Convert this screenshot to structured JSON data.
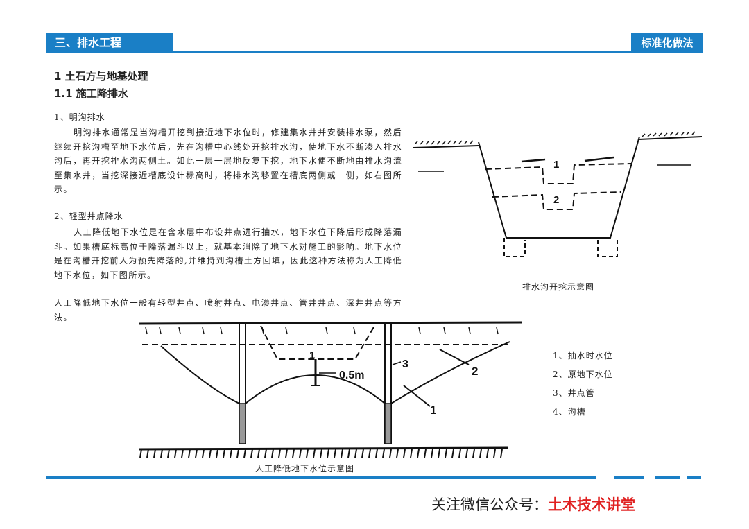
{
  "header": {
    "section": "三、排水工程",
    "tag": "标准化做法"
  },
  "headings": {
    "h1": "1 土石方与地基处理",
    "h2": "1.1 施工降排水"
  },
  "sections": {
    "open_ditch": {
      "title": "1、明沟排水",
      "body": "明沟排水通常是当沟槽开挖到接近地下水位时，修建集水井并安装排水泵，然后继续开挖沟槽至地下水位后，先在沟槽中心线处开挖排水沟，使地下水不断渗入排水沟后，再开挖排水沟两侧土。如此一层一层地反复下挖，地下水便不断地由排水沟流至集水井，当挖深接近槽底设计标高时，将排水沟移置在槽底两侧或一侧，如右图所示。"
    },
    "well_point": {
      "title": "2、轻型井点降水",
      "body": "人工降低地下水位是在含水层中布设井点进行抽水，地下水位下降后形成降落漏斗。如果槽底标高位于降落漏斗以上，就基本消除了地下水对施工的影响。地下水位是在沟槽开挖前人为预先降落的,并维持到沟槽土方回填，因此这种方法称为人工降低地下水位，如下图所示。",
      "body2": "人工降低地下水位一般有轻型井点、喷射井点、电渗井点、管井井点、深井井点等方法。"
    }
  },
  "figures": {
    "ditch": {
      "caption": "排水沟开挖示意图",
      "labels": [
        "1",
        "2"
      ]
    },
    "dewater": {
      "caption": "人工降低地下水位示意图",
      "labels": {
        "a": "1",
        "b": "0.5m",
        "c": "3",
        "d": "2",
        "e": "1"
      }
    }
  },
  "legend": [
    "1、抽水时水位",
    "2、原地下水位",
    "3、井点管",
    "4、沟槽"
  ],
  "footer": {
    "follow": "关注微信公众号：",
    "brand": "土木技术讲堂"
  },
  "colors": {
    "accent": "#1a7fc6",
    "brand": "#e02020"
  }
}
